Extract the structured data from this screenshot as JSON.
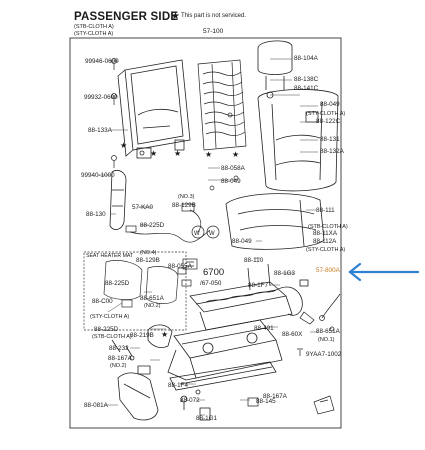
{
  "header": {
    "title": "PASSENGER SIDE",
    "star": "★",
    "star_note": "This part is not serviced.",
    "variant_1": "(STB-CLOTH A)",
    "variant_2": "(STY-CLOTH A)",
    "top_part": "57-100"
  },
  "labels": {
    "p99946": "99946-0600",
    "p88_104a": "88-104A",
    "p88_138c": "88-138C",
    "p88_141c": "88-141C",
    "p99932": "99932-0600",
    "p88_049a": "88-049",
    "sty_cloth_a_1": "(STY-CLOTH A)",
    "p88_122c": "88-122C",
    "p88_133a": "88-133A",
    "p88_131": "88-131",
    "p88_132a": "88-132A",
    "p88_058a": "88-058A",
    "p88_049b": "88-049",
    "p99940": "99940-1000",
    "p57_ka0": "57-KA0",
    "no3": "(NO.3)",
    "p88_129b_a": "88-129B",
    "p88_130": "88-130",
    "p88_225d_a": "88-225D",
    "p88_111": "88-111",
    "p88_11xa": "88-11XA",
    "p88_049c": "88-049",
    "p88_112a": "88-112A",
    "stb_cloth_a": "(STB-CLOTH A)",
    "sty_cloth_a_2": "(STY-CLOTH A)",
    "seat_heater_mat": "SEAT HEATER MAT",
    "no4": "(NO.4)",
    "p88_129b_b": "88-129B",
    "p88_055a": "88-055A",
    "p6700": "6700",
    "p67_050": "/67-050",
    "p88_110": "88-110",
    "p88_1g3": "88-1G3",
    "p57_800a": "57-800A",
    "p88_225d_b": "88-225D",
    "p88_1f7": "88-1F7",
    "p88_651a_a": "88-651A",
    "no2a": "(NO.2)",
    "p88_c00": "88-C00",
    "sty_cloth_a_3": "(STY-CLOTH A)",
    "p88_491": "88-491",
    "p88_60x": "88-60X",
    "p88_651a_b": "88-651A",
    "no1": "(NO.1)",
    "p88_225d_c": "88-225D",
    "stb_cloth_a_2": "(STB-CLOTH A)",
    "p88_219b": "88-219B",
    "p9yaa7": "9YAA7-1002",
    "p88_232": "88-232",
    "p88_167a_a": "88-167A",
    "no2b": "(NO.2)",
    "p88_1f4": "88-1F4",
    "p88_145": "88-145",
    "p88_167a_b": "88-167A",
    "p88_072": "88-072",
    "p88_081a": "88-081A",
    "p88_1g1": "88-1G1",
    "w": "W"
  },
  "colors": {
    "highlight_label": "#c97a1e",
    "arrow": "#2f7fd3"
  }
}
